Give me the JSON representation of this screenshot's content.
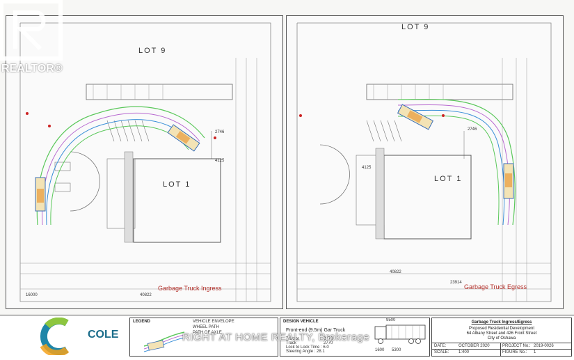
{
  "realtor": {
    "text": "REALTOR®"
  },
  "left_panel": {
    "lot_top": "LOT 9",
    "lot_center": "LOT 1",
    "caption": "Garbage Truck Ingress",
    "dim_a": "2746",
    "dim_b": "4125",
    "dim_bottom": "16000",
    "dim_c": "40822"
  },
  "right_panel": {
    "lot_top": "LOT 9",
    "lot_center": "LOT 1",
    "caption": "Garbage Truck Egress",
    "dim_a": "2746",
    "dim_b": "4125",
    "dim_c": "40822",
    "dim_d": "23914"
  },
  "company": {
    "name": "COLE"
  },
  "legend": {
    "title": "LEGEND",
    "items": [
      "VEHICLE ENVELOPE",
      "WHEEL PATH",
      "PATH OF AXLE"
    ]
  },
  "design_vehicle": {
    "title": "DESIGN VEHICLE",
    "name": "Front-end (9.5m)  Gar Truck",
    "specs": [
      "Tractor",
      "Track",
      "Lock to Lock Time : 6.0",
      "Steering Angle : 28.1"
    ],
    "spec_values": [
      "2770",
      "2770"
    ],
    "length": "9500",
    "dims": [
      "1600",
      "5300"
    ]
  },
  "title_block": {
    "heading": "Garbage Truck Ingress/Egress",
    "line1": "Proposed Residential Development",
    "line2": "64 Albany Street and 426 Front Street",
    "line3": "City of Oshawa",
    "date_label": "DATE:",
    "date_value": "OCTOBER 2020",
    "project_label": "PROJECT No.:",
    "project_value": "2019-0026",
    "scale_label": "SCALE:",
    "scale_value": "1:400",
    "figure_label": "FIGURE No.:",
    "figure_value": "1"
  },
  "watermark": "RIGHT AT HOME REALTY, Brokerage",
  "colors": {
    "path_green": "#5bc85b",
    "path_purple": "#b86ad0",
    "path_blue": "#3a8fd8",
    "truck_orange": "#e89a3a",
    "caption_red": "#b3302a",
    "brand_blue": "#1a6c8a"
  }
}
